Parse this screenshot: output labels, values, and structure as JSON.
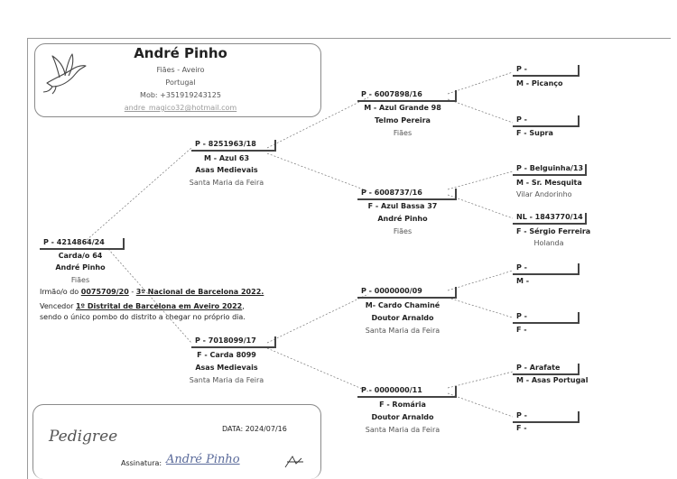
{
  "header": {
    "name": "André Pinho",
    "address_line1": "Fiães - Aveiro",
    "address_line2": "Portugal",
    "mobile": "Mob: +351919243125",
    "email": "andre_magico32@hotmail.com"
  },
  "subject": {
    "ring": "P - 4214864/24",
    "description": "Carda/o 64",
    "breeder": "André Pinho",
    "location": "Fiães",
    "note1_prefix": "Irmão/o do ",
    "note1_ring": "0075709/20",
    "note1_sep": " - ",
    "note1_result": "3º Nacional de Barcelona 2022.",
    "note2_prefix": "Vencedor ",
    "note2_result": "1º Distrital de Barcelona em Aveiro 2022",
    "note2_suffix": ",",
    "note3": "sendo o único pombo do distrito a chegar no próprio dia."
  },
  "sire": {
    "ring": "P - 8251963/18",
    "description": "M - Azul 63",
    "breeder": "Asas Medievais",
    "location": "Santa Maria da Feira"
  },
  "dam": {
    "ring": "P - 7018099/17",
    "description": "F - Carda 8099",
    "breeder": "Asas Medievais",
    "location": "Santa Maria da Feira"
  },
  "ss": {
    "ring": "P - 6007898/16",
    "description": "M - Azul Grande 98",
    "breeder": "Telmo Pereira",
    "location": "Fiães"
  },
  "sd": {
    "ring": "P - 6008737/16",
    "description": "F - Azul Bassa 37",
    "breeder": "André Pinho",
    "location": "Fiães"
  },
  "ds": {
    "ring": "P - 0000000/09",
    "description": "M- Cardo Chaminé",
    "breeder": "Doutor Arnaldo",
    "location": "Santa Maria da Feira"
  },
  "dd": {
    "ring": "P - 0000000/11",
    "description": "F - Romária",
    "breeder": "Doutor Arnaldo",
    "location": "Santa Maria da Feira"
  },
  "g": [
    {
      "ring": "P -",
      "description": "M - Picanço",
      "extra": ""
    },
    {
      "ring": "P -",
      "description": "F - Supra",
      "extra": ""
    },
    {
      "ring": "P - Belguinha/13",
      "description": "M - Sr. Mesquita",
      "extra": "Vilar Andorinho"
    },
    {
      "ring": "NL - 1843770/14",
      "description": "F - Sérgio Ferreira",
      "extra": "Holanda"
    },
    {
      "ring": "P -",
      "description": "M -",
      "extra": ""
    },
    {
      "ring": "P -",
      "description": "F -",
      "extra": ""
    },
    {
      "ring": "P - Arafate",
      "description": "M - Asas Portugal",
      "extra": ""
    },
    {
      "ring": "P -",
      "description": "F -",
      "extra": ""
    }
  ],
  "footer": {
    "pedigree": "Pedigree",
    "date": "DATA:  2024/07/16",
    "signature_label": "Assinatura:",
    "signature": "André Pinho"
  },
  "colors": {
    "ink": "#222222",
    "border": "#8a8a8a",
    "muted": "#9a9a9a"
  }
}
